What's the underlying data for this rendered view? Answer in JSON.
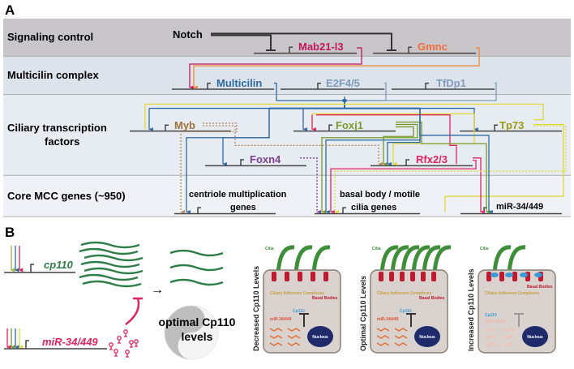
{
  "panel_a": {
    "letter": "A",
    "rows": [
      {
        "label": "Signaling control",
        "color": "#c9c6ca"
      },
      {
        "label": "Multicilin complex",
        "color": "#dde3ea"
      },
      {
        "label_line1": "Ciliary transcription",
        "label_line2": "factors",
        "color": "#e7ecf2"
      },
      {
        "label": "Core MCC genes (~950)",
        "color": "#eef1f5"
      }
    ],
    "signal": "Notch",
    "genes": {
      "mab21": {
        "name": "Mab21-l3",
        "color": "#c2185b"
      },
      "gmnc": {
        "name": "Gmnc",
        "color": "#ef6c3a"
      },
      "multicilin": {
        "name": "Multicilin",
        "color": "#2f6aa3"
      },
      "e2f": {
        "name": "E2F4/5",
        "color": "#7f9bbd"
      },
      "tfdp1": {
        "name": "TfDp1",
        "color": "#7f9bbd"
      },
      "myb": {
        "name": "Myb",
        "color": "#a0703a"
      },
      "foxj1": {
        "name": "Foxj1",
        "color": "#7a9a2a"
      },
      "tp73": {
        "name": "Tp73",
        "color": "#9a9a10"
      },
      "foxn4": {
        "name": "Foxn4",
        "color": "#7b3f8f"
      },
      "rfx": {
        "name": "Rfx2/3",
        "color": "#e0245e"
      }
    },
    "targets": {
      "centriole_line1": "centriole multiplication",
      "centriole_line2": "genes",
      "basal_line1": "basal body / motile",
      "basal_line2": "cilia genes",
      "mir": "miR-34/449"
    }
  },
  "panel_b": {
    "letter": "B",
    "cp110_gene": "cp110",
    "mir_gene": "miR-34/449",
    "optimal_line1": "optimal Cp110",
    "optimal_line2": "levels",
    "cells": [
      {
        "title": "Decreased Cp110 Levels",
        "cilia": "Cilia",
        "complexes": "Ciliary Adhesion Complexes",
        "basal": "Basal Bodies",
        "cp110": "Cp110",
        "mir": "miR-34/449",
        "nucleus": "Nucleus"
      },
      {
        "title": "Optimal Cp110 Levels",
        "cilia": "Cilia",
        "complexes": "Ciliary Adhesion Complexes",
        "basal": "Basal Bodies",
        "cp110": "Cp110",
        "mir": "miR-34/449",
        "nucleus": "Nucleus"
      },
      {
        "title": "Increased Cp110 Levels",
        "cilia": "Cilia",
        "complexes": "Ciliary Adhesion Complexes",
        "basal": "Basal Bodies",
        "cp110": "Cp110",
        "mir": "miR-34/449",
        "nucleus": "Nucleus"
      }
    ]
  }
}
